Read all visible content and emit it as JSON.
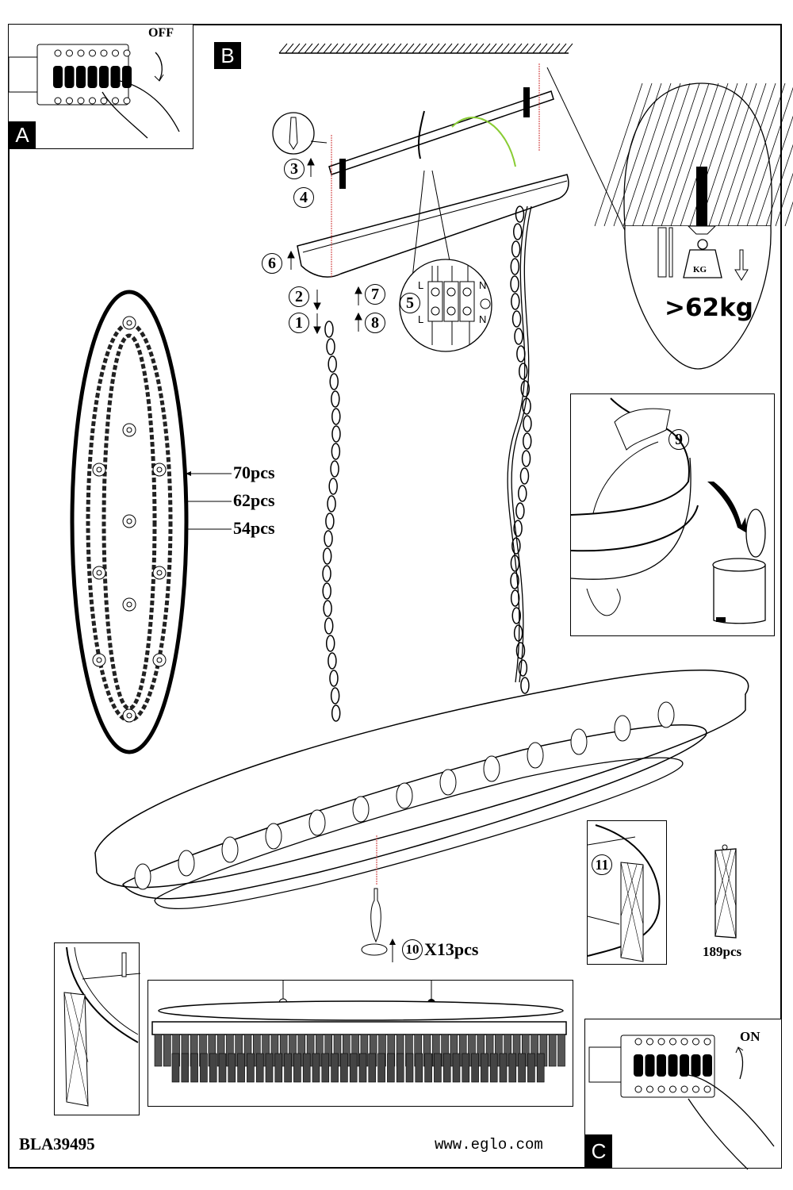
{
  "document": {
    "model_number": "BLA39495",
    "website": "www.eglo.com"
  },
  "sections": {
    "a": {
      "tag": "A",
      "switch_label": "OFF"
    },
    "b": {
      "tag": "B"
    },
    "c": {
      "tag": "C",
      "switch_label": "ON"
    }
  },
  "steps": {
    "s1": "1",
    "s2": "2",
    "s3": "3",
    "s4": "4",
    "s5": "5",
    "s6": "6",
    "s7": "7",
    "s8": "8",
    "s9": "9",
    "s10": "10",
    "s11": "11"
  },
  "ceiling_detail": {
    "weight_icon_text": "KG",
    "load_rating": ">62kg"
  },
  "wiring": {
    "live_top": "L",
    "live_bottom": "L",
    "neutral_top": "N",
    "neutral_bottom": "N"
  },
  "crystal_rows": [
    {
      "label": "70pcs"
    },
    {
      "label": "62pcs"
    },
    {
      "label": "54pcs"
    }
  ],
  "bulbs": {
    "quantity_label": "X13pcs"
  },
  "crystals_total": {
    "label": "189pcs"
  }
}
